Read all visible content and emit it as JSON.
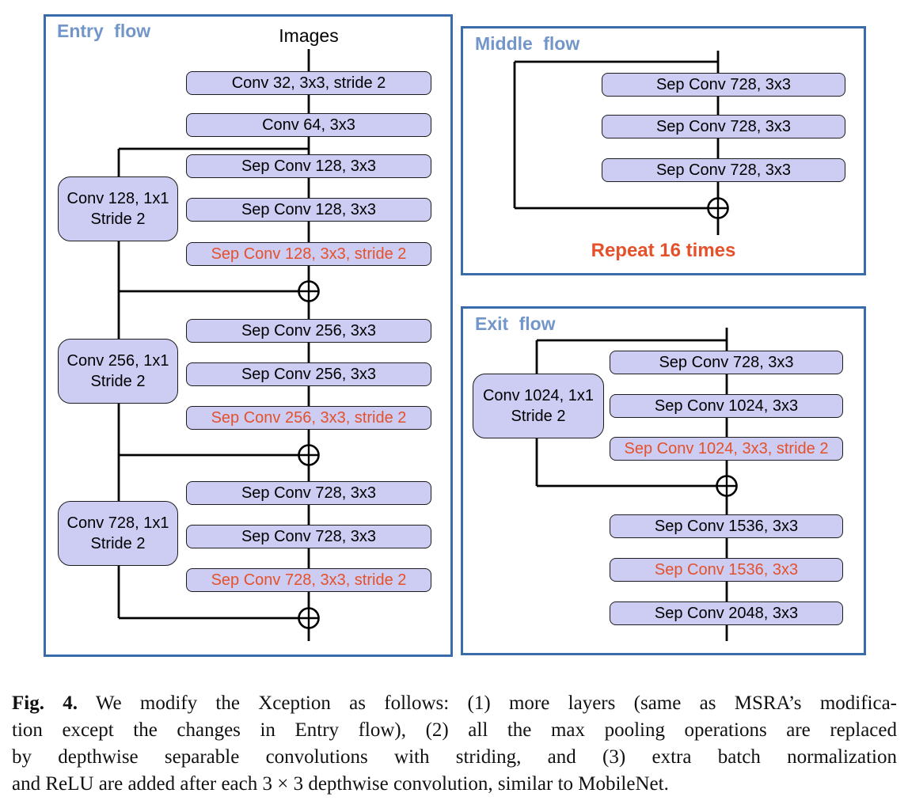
{
  "colors": {
    "box_fill": "#cdccf3",
    "box_border": "#1c1c1c",
    "panel_border": "#3a6cab",
    "flow_title_blue": "#7396ca",
    "accent_red": "#e4512a",
    "wire_black": "#000000"
  },
  "entry_flow": {
    "title": "Entry flow",
    "input_label": "Images",
    "main_boxes": [
      {
        "label": "Conv 32, 3x3, stride 2",
        "highlight": false
      },
      {
        "label": "Conv 64, 3x3",
        "highlight": false
      },
      {
        "label": "Sep Conv 128, 3x3",
        "highlight": false
      },
      {
        "label": "Sep Conv 128, 3x3",
        "highlight": false
      },
      {
        "label": "Sep Conv 128, 3x3, stride 2",
        "highlight": true
      },
      {
        "label": "Sep Conv 256, 3x3",
        "highlight": false
      },
      {
        "label": "Sep Conv 256, 3x3",
        "highlight": false
      },
      {
        "label": "Sep Conv 256, 3x3, stride 2",
        "highlight": true
      },
      {
        "label": "Sep Conv 728, 3x3",
        "highlight": false
      },
      {
        "label": "Sep Conv 728, 3x3",
        "highlight": false
      },
      {
        "label": "Sep Conv 728, 3x3, stride 2",
        "highlight": true
      }
    ],
    "shortcut_boxes": [
      {
        "line1": "Conv 128, 1x1",
        "line2": "Stride 2"
      },
      {
        "line1": "Conv 256, 1x1",
        "line2": "Stride 2"
      },
      {
        "line1": "Conv 728, 1x1",
        "line2": "Stride 2"
      }
    ],
    "add_nodes": 3
  },
  "middle_flow": {
    "title": "Middle flow",
    "main_boxes": [
      {
        "label": "Sep Conv 728, 3x3",
        "highlight": false
      },
      {
        "label": "Sep Conv 728, 3x3",
        "highlight": false
      },
      {
        "label": "Sep Conv 728, 3x3",
        "highlight": false
      }
    ],
    "repeat_label": "Repeat 16 times",
    "add_nodes": 1
  },
  "exit_flow": {
    "title": "Exit flow",
    "main_boxes": [
      {
        "label": "Sep Conv 728, 3x3",
        "highlight": false
      },
      {
        "label": "Sep Conv 1024, 3x3",
        "highlight": false
      },
      {
        "label": "Sep Conv 1024, 3x3, stride 2",
        "highlight": true
      },
      {
        "label": "Sep Conv 1536, 3x3",
        "highlight": false
      },
      {
        "label": "Sep Conv 1536, 3x3",
        "highlight": true
      },
      {
        "label": "Sep Conv 2048, 3x3",
        "highlight": false
      }
    ],
    "shortcut_boxes": [
      {
        "line1": "Conv 1024, 1x1",
        "line2": "Stride 2"
      }
    ],
    "add_nodes": 1
  },
  "caption": {
    "fig_label": "Fig. 4.",
    "line1_rest": " We modify the Xception as follows: (1) more layers (same as MSRA’s modifica-",
    "line2": "tion except the changes in Entry flow), (2) all the max pooling operations are replaced",
    "line3": "by depthwise separable convolutions with striding, and (3) extra batch normalization",
    "line4": "and ReLU are added after each 3 × 3 depthwise convolution, similar to MobileNet."
  }
}
